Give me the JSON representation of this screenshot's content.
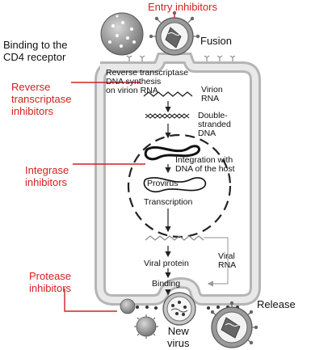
{
  "labels": {
    "entry_inhibitors": "Entry inhibitors",
    "binding_cd4": "Binding to the\nCD4 receptor",
    "fusion": "Fusion",
    "rt_inhibitors": "Reverse\ntranscriptase\ninhibitors",
    "rt_dna_synthesis": "Reverse transcriptase\nDNA synthesis\non virion RNA",
    "virion_rna": "Virion\nRNA",
    "double_stranded_dna": "Double-\nstranded\nDNA",
    "integrase_inhibitors": "Integrase\ninhibitors",
    "integration": "Integration with\nDNA of the host",
    "provirus": "Provirus",
    "transcription": "Transcription",
    "viral_protein": "Viral protein",
    "viral_rna": "Viral\nRNA",
    "binding": "Binding",
    "protease_inhibitors": "Protease\ninhibitors",
    "release": "Release",
    "new_virus": "New\nvirus"
  },
  "colors": {
    "inhibitor_text": "#d42020",
    "cell_fill": "#e6e6e6",
    "cell_stroke": "#9a9a9a",
    "virus_fill": "#8c8c8c"
  }
}
